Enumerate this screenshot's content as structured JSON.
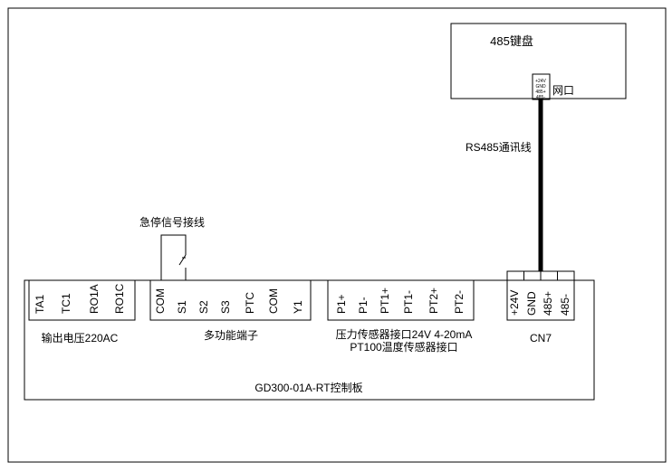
{
  "keypad": {
    "title": "485键盘",
    "port_label": "网口",
    "port_pins": [
      "+24V",
      "GND",
      "485+",
      "485-"
    ]
  },
  "cable": {
    "label": "RS485通讯线"
  },
  "estop": {
    "label": "急停信号接线"
  },
  "board": {
    "title": "GD300-01A-RT控制板",
    "groups": [
      {
        "terminals": [
          "TA1",
          "TC1",
          "RO1A",
          "RO1C"
        ],
        "caption": "输出电压220AC"
      },
      {
        "terminals": [
          "COM",
          "S1",
          "S2",
          "S3",
          "PTC",
          "COM",
          "Y1"
        ],
        "caption": "多功能端子"
      },
      {
        "terminals": [
          "P1+",
          "P1-",
          "PT1+",
          "PT1-",
          "PT2+",
          "PT2-"
        ],
        "caption": "压力传感器接口24V 4-20mA",
        "caption2": "PT100温度传感器接口"
      },
      {
        "terminals": [
          "+24V",
          "GND",
          "485+",
          "485-"
        ],
        "caption": "CN7"
      }
    ]
  }
}
